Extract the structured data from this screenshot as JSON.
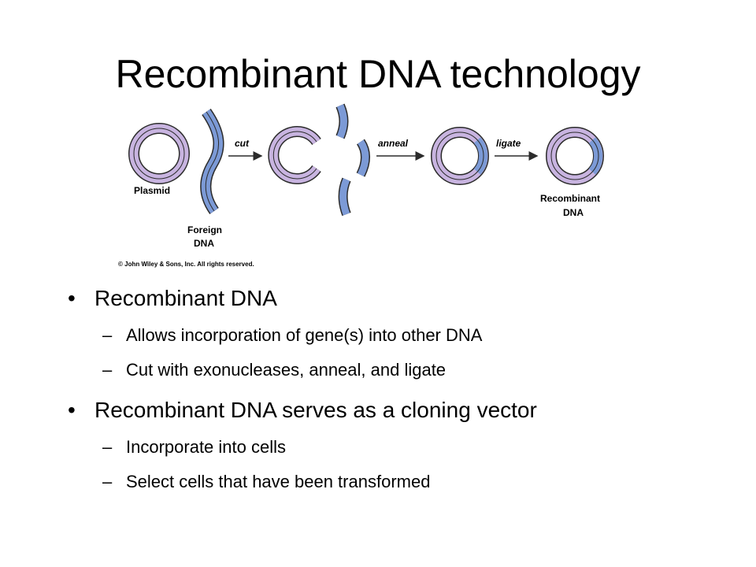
{
  "slide": {
    "title": "Recombinant DNA technology"
  },
  "figure": {
    "labels": {
      "plasmid": "Plasmid",
      "foreign_dna_line1": "Foreign",
      "foreign_dna_line2": "DNA",
      "cut": "cut",
      "anneal": "anneal",
      "ligate": "ligate",
      "recombinant_line1": "Recombinant",
      "recombinant_line2": "DNA",
      "copyright": "© John Wiley & Sons, Inc. All rights reserved."
    },
    "colors": {
      "plasmid_fill": "#c8b4e0",
      "foreign_fill": "#7c9ad6",
      "stroke": "#2b2b2b"
    }
  },
  "bullets": [
    {
      "text": "Recombinant DNA",
      "sub": [
        "Allows incorporation of gene(s) into other DNA",
        "Cut with exonucleases, anneal, and ligate"
      ]
    },
    {
      "text": "Recombinant DNA serves as a cloning vector",
      "sub": [
        "Incorporate into cells",
        "Select cells that have been transformed"
      ]
    }
  ],
  "glyphs": {
    "bullet": "•",
    "dash": "–"
  }
}
